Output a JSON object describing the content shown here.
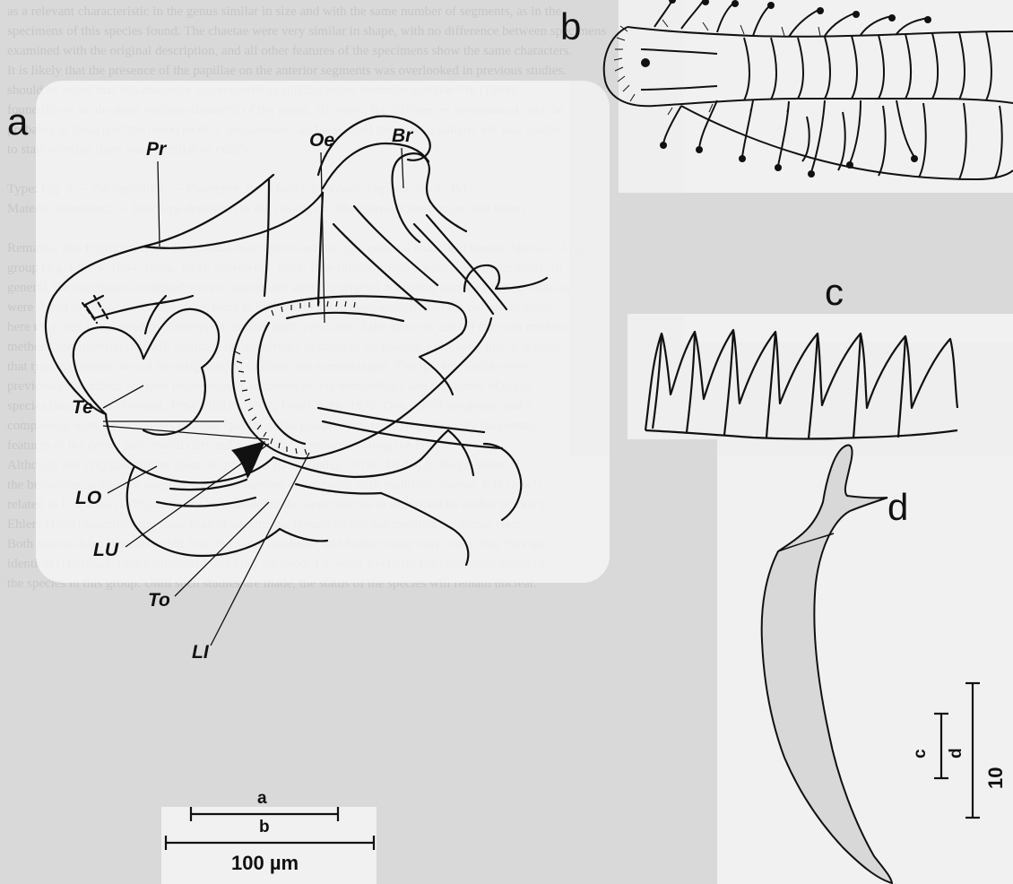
{
  "figure": {
    "panels": {
      "a": "a",
      "b": "b",
      "c": "c",
      "d": "d"
    },
    "abbreviations": {
      "pr": "Pr",
      "oe": "Oe",
      "br": "Br",
      "te": "Te",
      "lo": "LO",
      "lu": "LU",
      "to": "To",
      "li": "LI"
    },
    "scale_bars": {
      "ab_label_a": "a",
      "ab_label_b": "b",
      "ab_value": "100 µm",
      "cd_label_c": "c",
      "cd_label_d": "d",
      "cd_value": "10 µm"
    }
  },
  "background_text": [
    "as a relevant characteristic in the genus similar in size and with the same number of segments, as in the",
    "specimens of this species found. The chaetae were very similar in shape, with no difference between specimens",
    "examined with the original description, and all other features of the specimens show the same characters.",
    "It is likely that the presence of the papillae on the anterior segments was overlooked in previous studies.",
    "should be noted that this character was reported as spiking below tentacles and Bar Vin (1988)",
    "found this to be the most variable character of the genus. However, the differences are minimal, and the",
    "probably as described the holotype of S. prostomium, and described the chaetal pattern. He was unable",
    "to state whether there were papillae or cuticle.",
    "",
    "Type: Fig. 2 — the nephridia. — Paratypes, Polychaeta, Polydora. Fig. Sta. Zool., Bd.",
    "Material examined. — Holotype deposited in the Zoological Museum of Copenhagen and others.",
    "",
    "Remarks: this Polydora, from the original description and the type material examined herein. Species of this",
    "group (e.g. Ehlers, 1864; Rioja, 1939; Zibrowius, 1969; Ben-Eliahu, 1976) are included in the study. In",
    "general, the specimens examined were in agreement with the original diagnosis, and the original drawings",
    "were found to be accurate. Therefore, there is little doubt about their identity, and the definition given",
    "here may well be adopted by subsequent authors until a revision of the genus is carried out with modern",
    "methods and material that will facilitate the synonymy of some of its species. Following this, it is clear",
    "that type specimens should be designated to stabilize the nomenclature. The species, which were",
    "previously described, are here redescribed. Comments on the morphology and taxonomy of these",
    "species (Imajima & Hartman, 1964; Rullier, 1972; Ben-Eliahu, 1976; Day, 1967) are given, and a",
    "comparison with the characters of other species of the genus is presented, regarding the diagnostic",
    "features of the dorsal and ventral cirri and the chaetal distribution along the body.",
    "Although this Polydora differs from the previous (Ben-Eliahu, 1976c: 18-19) in the presence of",
    "the branchiae on anterior segments, and the number of segments with modified chaetae, it is closely",
    "related to P. armata (1875), and may be considered the same species as described by earlier workers.",
    "Ehlers (1908) described the same type of specimens, though he did not mention the dorsal crest.",
    "Both species have been recorded from the same localities, and further study may reveal that they are",
    "identical (Hartman, 1965). Studies of this kind are needed in order to clarify the taxonomic status of",
    "the species in this group. Until such studies are made, the status of the species will remain unclear."
  ]
}
